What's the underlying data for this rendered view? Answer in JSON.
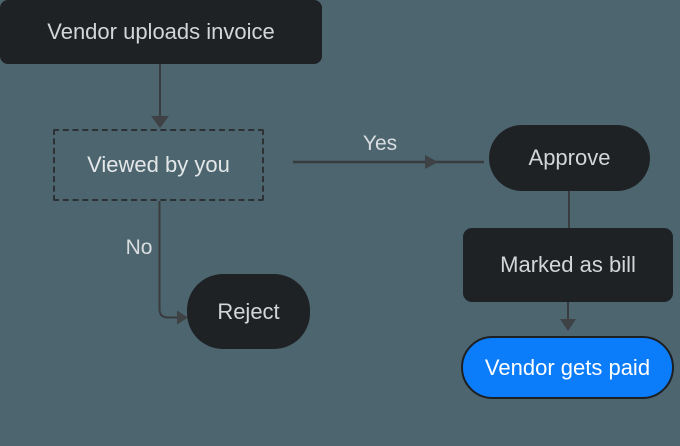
{
  "canvas": {
    "background_color": "#4c656e"
  },
  "colors": {
    "node_fill_dark": "#1f2225",
    "node_text_light": "#d3d6d8",
    "dashed_border": "#2d3134",
    "connector": "#383c3f",
    "accent_blue": "#0b7cfa",
    "accent_text": "#ffffff",
    "edge_label_text": "#dadde0"
  },
  "nodes": {
    "upload": {
      "label": "Vendor uploads invoice",
      "shape": "rounded-rect",
      "fill": "dark"
    },
    "viewed": {
      "label": "Viewed by you",
      "shape": "dashed-rect",
      "fill": "none"
    },
    "approve": {
      "label": "Approve",
      "shape": "pill",
      "fill": "dark"
    },
    "marked": {
      "label": "Marked as bill",
      "shape": "rounded-rect",
      "fill": "dark"
    },
    "paid": {
      "label": "Vendor gets paid",
      "shape": "pill",
      "fill": "blue"
    },
    "reject": {
      "label": "Reject",
      "shape": "pill",
      "fill": "dark"
    }
  },
  "edge_labels": {
    "yes": "Yes",
    "no": "No"
  }
}
